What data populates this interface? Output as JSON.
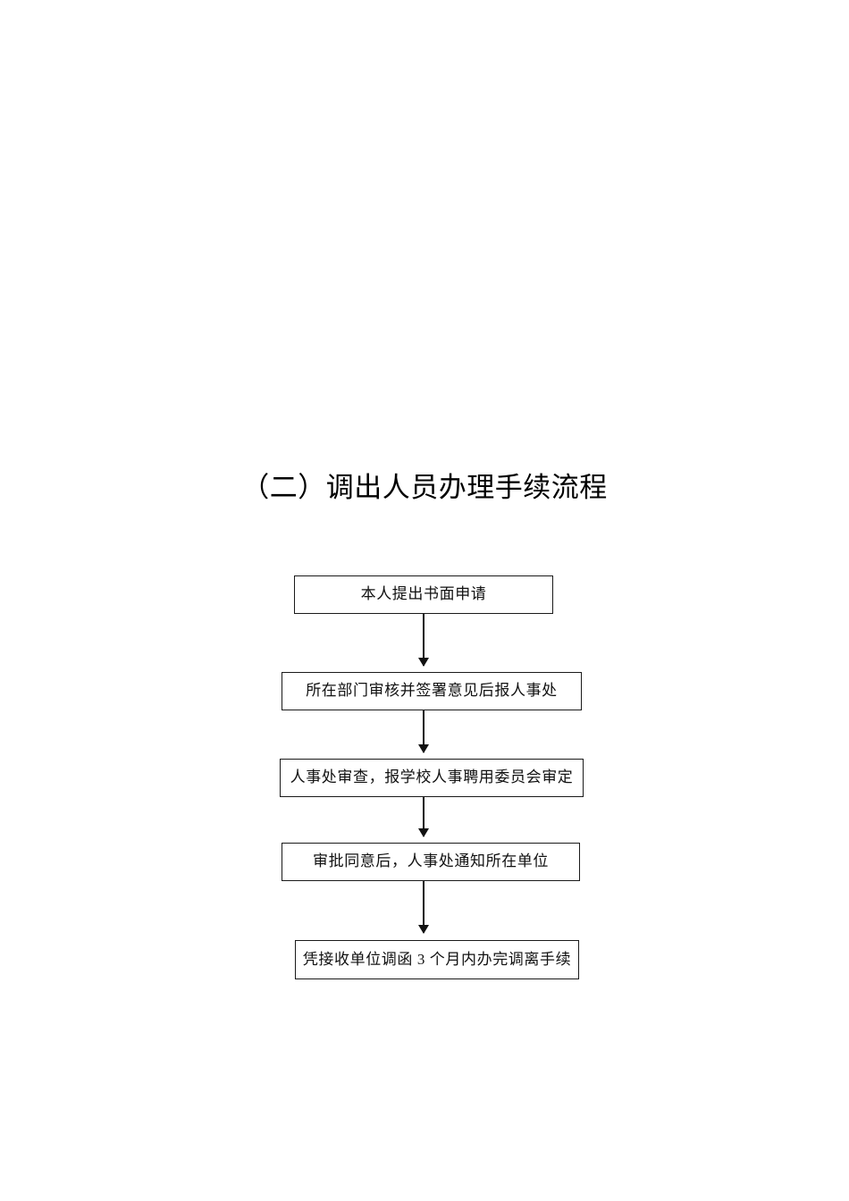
{
  "document": {
    "title": "（二）调出人员办理手续流程",
    "background_color": "#ffffff",
    "text_color": "#000000",
    "line_color": "#111111"
  },
  "flowchart": {
    "type": "vertical-process-flow",
    "nodes": [
      {
        "id": "step-1",
        "label": "本人提出书面申请"
      },
      {
        "id": "step-2",
        "label": "所在部门审核并签署意见后报人事处"
      },
      {
        "id": "step-3",
        "label": "人事处审查，报学校人事聘用委员会审定"
      },
      {
        "id": "step-4",
        "label": "审批同意后，人事处通知所在单位"
      },
      {
        "id": "step-5",
        "label": "凭接收单位调函 3 个月内办完调离手续"
      }
    ],
    "connectors": [
      {
        "from": "step-1",
        "to": "step-2",
        "arrow": "down"
      },
      {
        "from": "step-2",
        "to": "step-3",
        "arrow": "down"
      },
      {
        "from": "step-3",
        "to": "step-4",
        "arrow": "down"
      },
      {
        "from": "step-4",
        "to": "step-5",
        "arrow": "down"
      }
    ]
  }
}
